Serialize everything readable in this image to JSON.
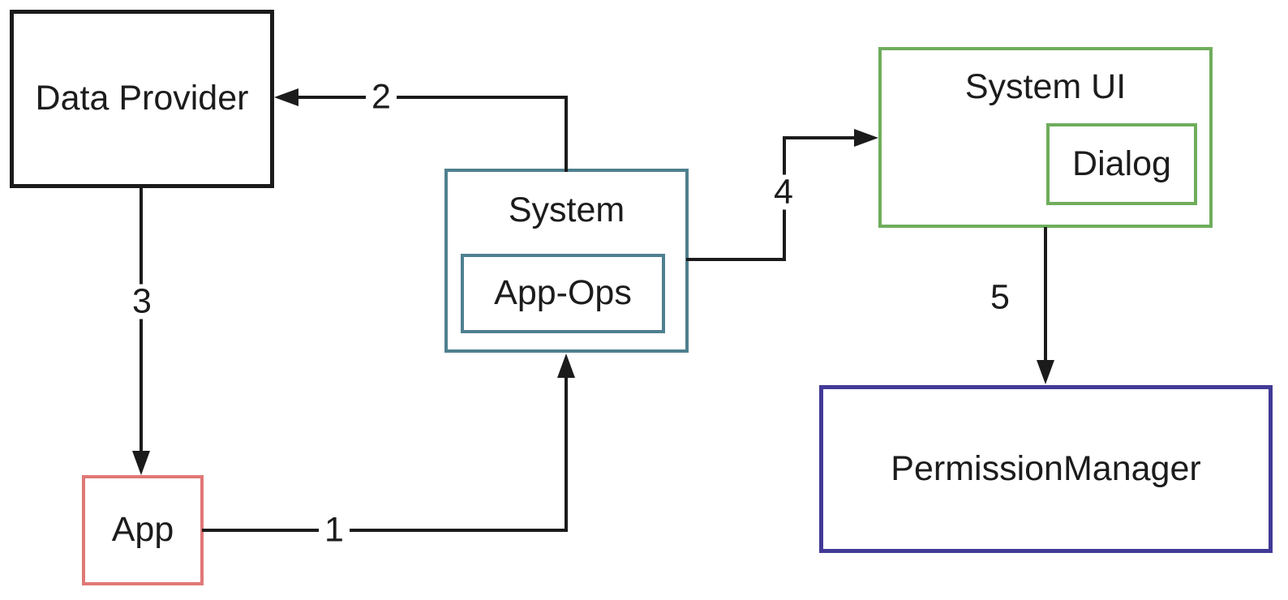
{
  "diagram": {
    "background_color": "#ffffff",
    "line_color": "#1b1b1b",
    "text_color": "#1c1c1c",
    "nodes": {
      "data_provider": {
        "label": "Data Provider",
        "border_color": "#1b1b1b"
      },
      "app": {
        "label": "App",
        "border_color": "#e07876"
      },
      "system": {
        "label": "System",
        "border_color": "#4e808f"
      },
      "app_ops": {
        "label": "App-Ops",
        "border_color": "#4e808f",
        "parent": "system"
      },
      "system_ui": {
        "label": "System UI",
        "border_color": "#6fad5c"
      },
      "dialog": {
        "label": "Dialog",
        "border_color": "#6fad5c",
        "parent": "system_ui"
      },
      "permission_manager": {
        "label": "PermissionManager",
        "border_color": "#423a96"
      }
    },
    "edges": [
      {
        "label": "1",
        "from": "app",
        "to": "system",
        "arrow_direction": "up"
      },
      {
        "label": "2",
        "from": "system",
        "to": "data_provider",
        "arrow_direction": "left"
      },
      {
        "label": "3",
        "from": "data_provider",
        "to": "app",
        "arrow_direction": "down"
      },
      {
        "label": "4",
        "from": "system",
        "to": "system_ui",
        "arrow_direction": "right"
      },
      {
        "label": "5",
        "from": "system_ui",
        "to": "permission_manager",
        "arrow_direction": "down"
      }
    ]
  }
}
